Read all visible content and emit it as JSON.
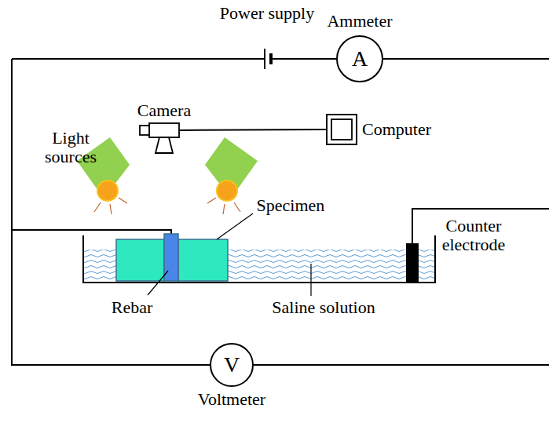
{
  "diagram": {
    "nodes": [
      {
        "text": [
          "A",
          "Ammeter"
        ]
      },
      {
        "text": [
          "Camera"
        ]
      },
      {
        "text": [
          "Computer"
        ]
      },
      {
        "text": [
          "V",
          "Voltmeter"
        ]
      }
    ],
    "edges": [
      {
        "from": 1,
        "to": 2,
        "arrow": "none"
      }
    ],
    "labels": [
      "Power supply",
      "Light sources",
      "Specimen",
      "Counter electrode",
      "Rebar",
      "Saline solution"
    ]
  }
}
